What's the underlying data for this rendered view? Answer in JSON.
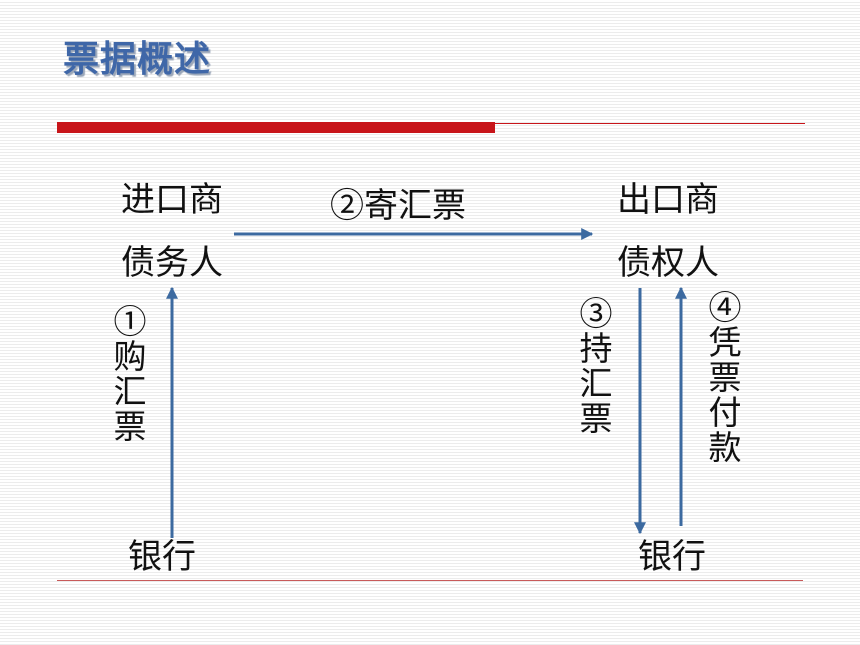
{
  "slide": {
    "title": "票据概述",
    "importer": "进口商",
    "debtor": "债务人",
    "exporter": "出口商",
    "creditor": "债权人",
    "bank_left": "银行",
    "bank_right": "银行",
    "step1": "①购汇票",
    "step2": "②寄汇票",
    "step3": "③持汇票",
    "step4": "④凭票付款"
  },
  "colors": {
    "title": "#3f67a8",
    "accent_red": "#c8151a",
    "arrow": "#3c6aa0"
  }
}
